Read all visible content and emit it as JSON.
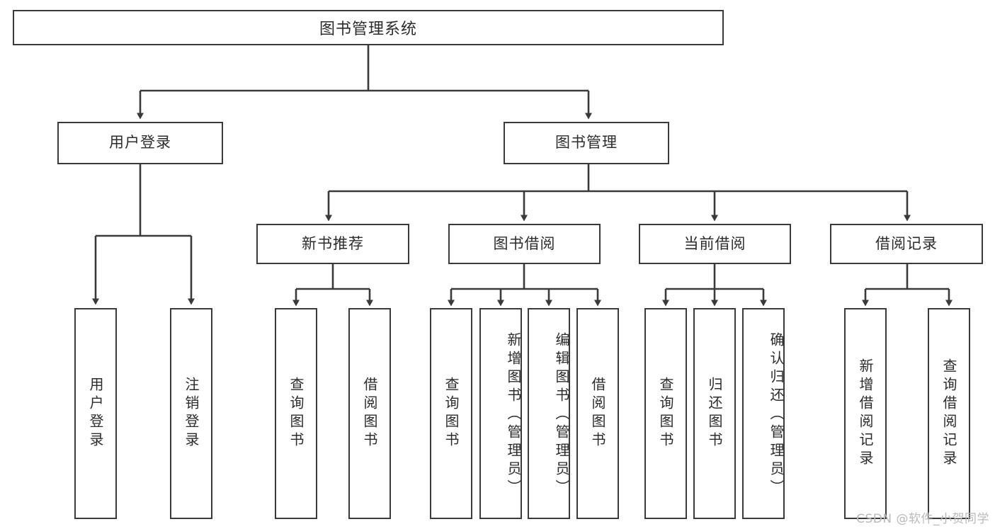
{
  "diagram": {
    "title": "图书管理系统",
    "type": "tree-hierarchy-diagram",
    "stroke_color": "#3a3a3a",
    "fill_color": "#ffffff",
    "text_color": "#2b2b2b",
    "root": {
      "label": "图书管理系统"
    },
    "level2": [
      {
        "label": "用户登录"
      },
      {
        "label": "图书管理"
      }
    ],
    "level3": [
      {
        "label": "新书推荐"
      },
      {
        "label": "图书借阅"
      },
      {
        "label": "当前借阅"
      },
      {
        "label": "借阅记录"
      }
    ],
    "leaves": {
      "user_login": [
        {
          "label": "用户登录"
        },
        {
          "label": "注销登录"
        }
      ],
      "new_book_recommend": [
        {
          "label": "查询图书"
        },
        {
          "label": "借阅图书"
        }
      ],
      "book_borrow": [
        {
          "label": "查询图书"
        },
        {
          "label": "新增图书（管理员）"
        },
        {
          "label": "编辑图书（管理员）"
        },
        {
          "label": "借阅图书"
        }
      ],
      "current_borrow": [
        {
          "label": "查询图书"
        },
        {
          "label": "归还图书"
        },
        {
          "label": "确认归还（管理员）"
        }
      ],
      "borrow_record": [
        {
          "label": "新增借阅记录"
        },
        {
          "label": "查询借阅记录"
        }
      ]
    }
  },
  "watermark": {
    "text": "CSDN @软件_小贺同学"
  }
}
